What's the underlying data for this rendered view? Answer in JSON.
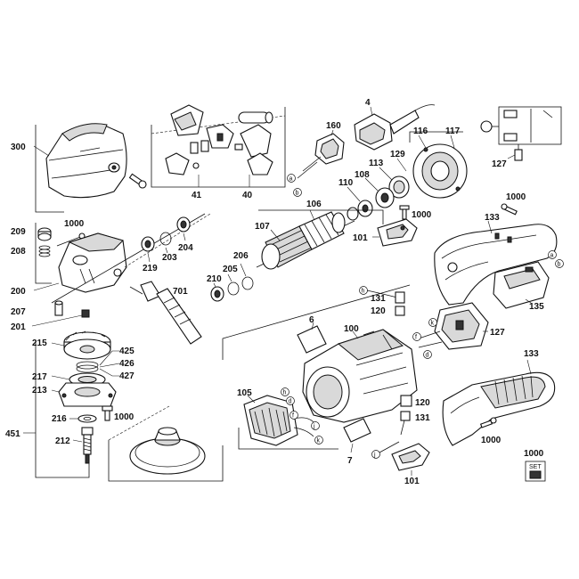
{
  "callouts": {
    "c300": "300",
    "c41": "41",
    "c40": "40",
    "c4": "4",
    "c160": "160",
    "c116": "116",
    "c117": "117",
    "c129": "129",
    "c113": "113",
    "c108": "108",
    "c110": "110",
    "c106": "106",
    "c1000a": "1000",
    "c127a": "127",
    "c1000b": "1000",
    "c133a": "133",
    "c107": "107",
    "c101a": "101",
    "c209": "209",
    "c1000c": "1000",
    "c208": "208",
    "c219": "219",
    "c203": "203",
    "c204": "204",
    "c206": "206",
    "c205": "205",
    "c210": "210",
    "c200": "200",
    "c701": "701",
    "c207": "207",
    "c201": "201",
    "c131a": "131",
    "c120a": "120",
    "c127b": "127",
    "c135": "135",
    "c215": "215",
    "c425": "425",
    "c426": "426",
    "c427": "427",
    "c217": "217",
    "c213": "213",
    "c216": "216",
    "c1000d": "1000",
    "c451": "451",
    "c212": "212",
    "c6": "6",
    "c100": "100",
    "c105": "105",
    "c120b": "120",
    "c131b": "131",
    "c7": "7",
    "c101b": "101",
    "c133b": "133",
    "c1000e": "1000",
    "c1000f": "1000"
  },
  "wire_letters": {
    "a": "a",
    "b": "b",
    "h": "h",
    "j": "j",
    "k": "k",
    "f": "f",
    "d": "d"
  },
  "set_badge": {
    "label": "SET"
  },
  "icon_names": [
    "polisher-housing",
    "brush-holder",
    "switch",
    "armature",
    "field-coil",
    "gear-housing",
    "polishing-pad",
    "handle"
  ]
}
